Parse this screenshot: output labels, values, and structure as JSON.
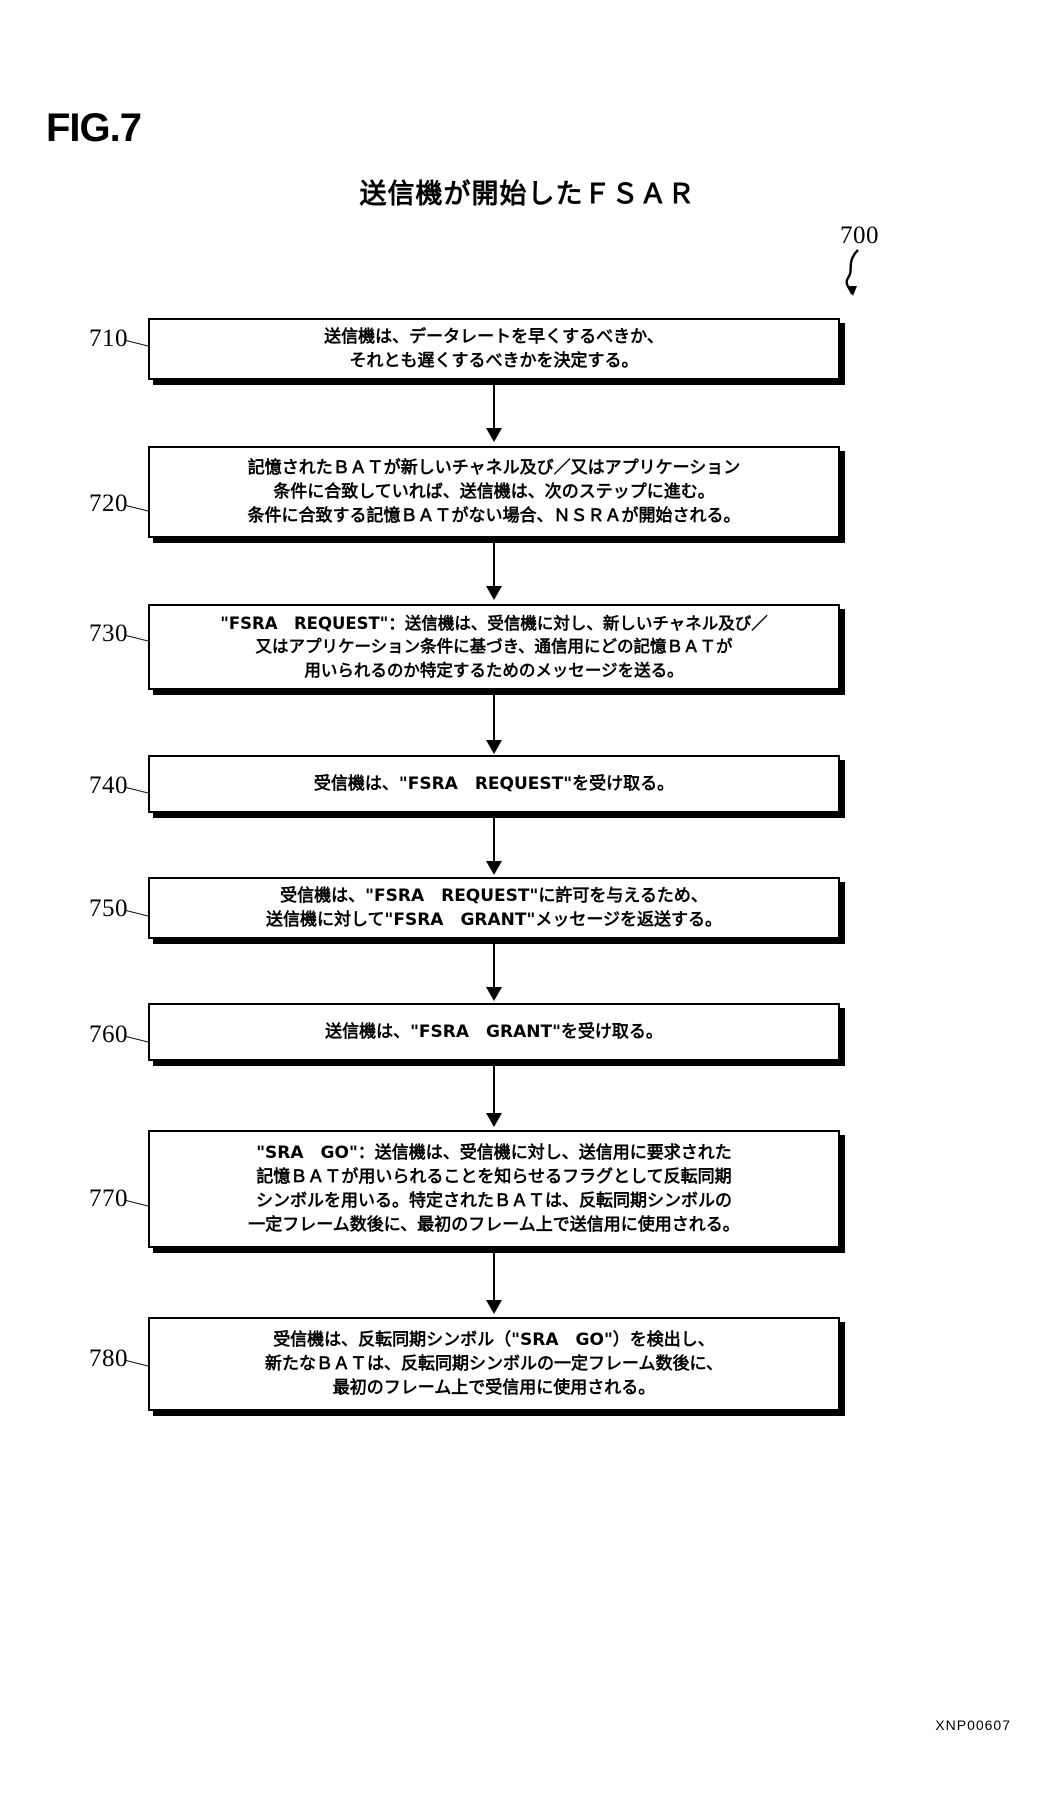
{
  "figure": {
    "label": "FIG.7",
    "title": "送信機が開始したＦＳＡＲ",
    "reference_number": "700",
    "footer_code": "XNP00607"
  },
  "flowchart": {
    "type": "flowchart",
    "orientation": "vertical",
    "steps": [
      {
        "id": "710",
        "text": "送信機は、データレートを早くするべきか、\nそれとも遅くするべきかを決定する。"
      },
      {
        "id": "720",
        "text": "記憶されたＢＡＴが新しいチャネル及び／又はアプリケーション\n条件に合致していれば、送信機は、次のステップに進む。\n条件に合致する記憶ＢＡＴがない場合、ＮＳＲＡが開始される。"
      },
      {
        "id": "730",
        "text": "\"FSRA　REQUEST\"：送信機は、受信機に対し、新しいチャネル及び／\n又はアプリケーション条件に基づき、通信用にどの記憶ＢＡＴが\n用いられるのか特定するためのメッセージを送る。"
      },
      {
        "id": "740",
        "text": "受信機は、\"FSRA　REQUEST\"を受け取る。"
      },
      {
        "id": "750",
        "text": "受信機は、\"FSRA　REQUEST\"に許可を与えるため、\n送信機に対して\"FSRA　GRANT\"メッセージを返送する。"
      },
      {
        "id": "760",
        "text": "送信機は、\"FSRA　GRANT\"を受け取る。"
      },
      {
        "id": "770",
        "text": "\"SRA　GO\"：送信機は、受信機に対し、送信用に要求された\n記憶ＢＡＴが用いられることを知らせるフラグとして反転同期\nシンボルを用いる。特定されたＢＡＴは、反転同期シンボルの\n一定フレーム数後に、最初のフレーム上で送信用に使用される。"
      },
      {
        "id": "780",
        "text": "受信機は、反転同期シンボル（\"SRA　GO\"）を検出し、\n新たなＢＡＴは、反転同期シンボルの一定フレーム数後に、\n最初のフレーム上で受信用に使用される。"
      }
    ]
  }
}
